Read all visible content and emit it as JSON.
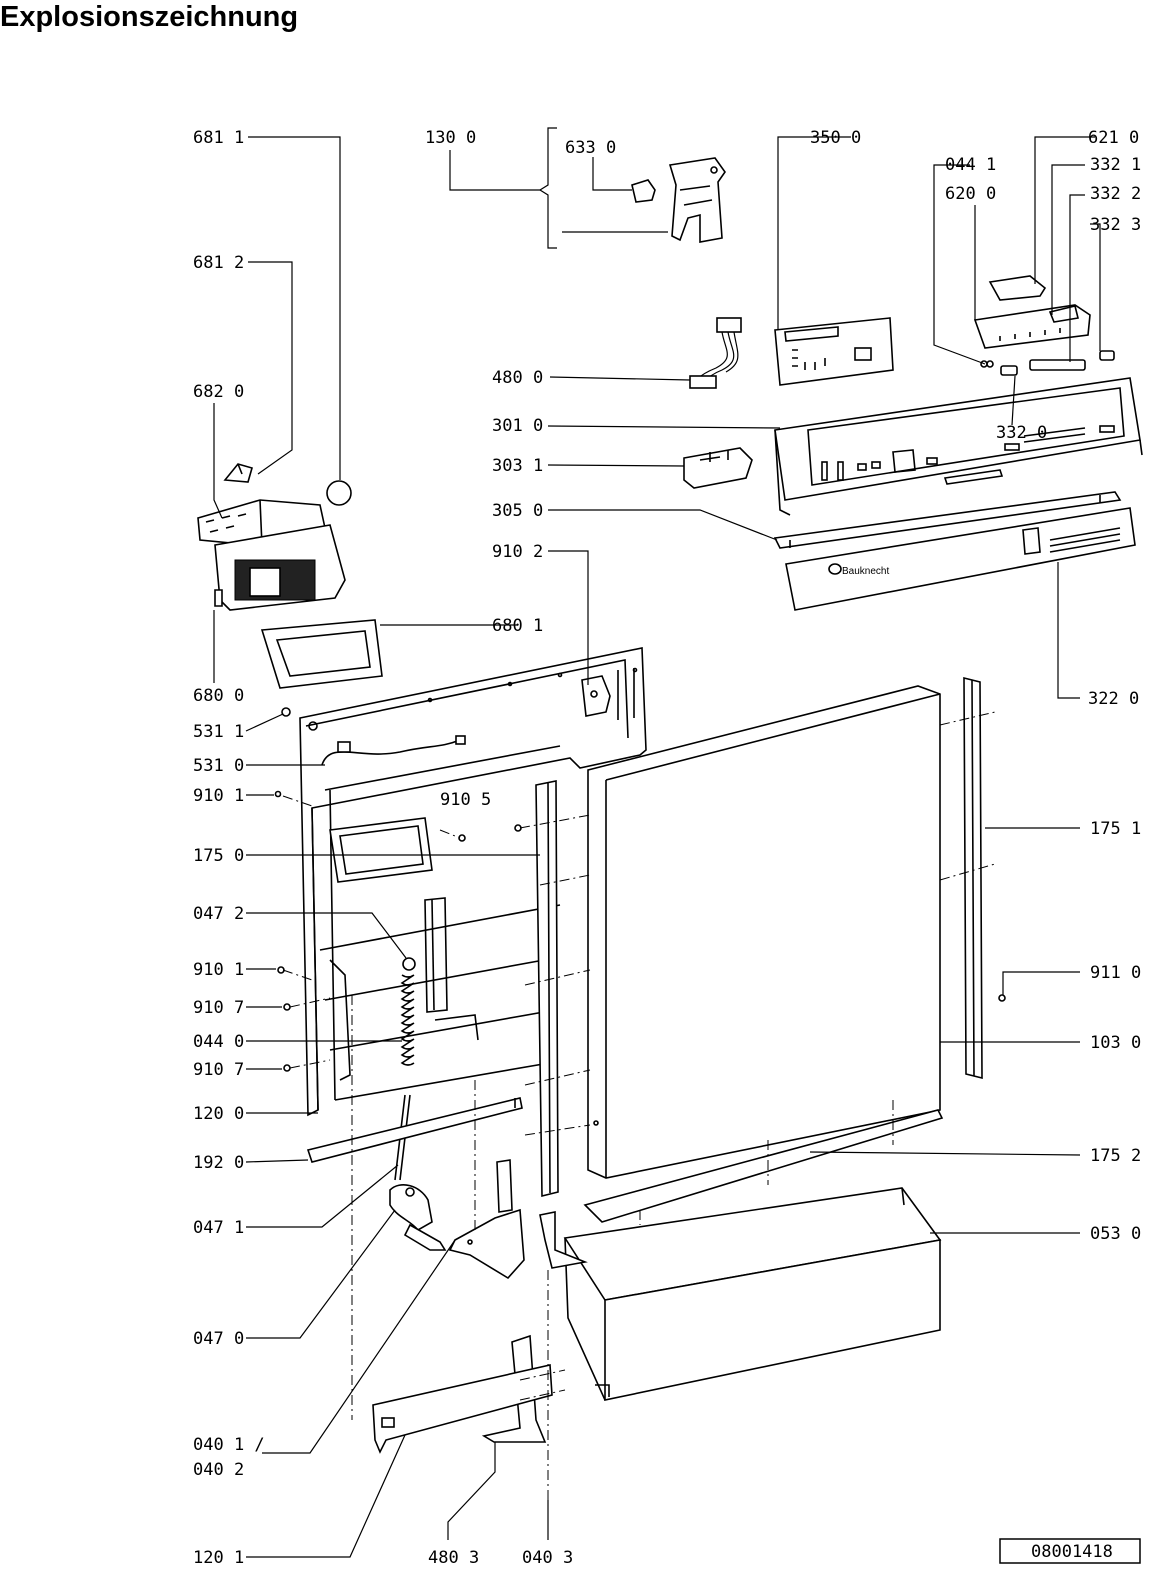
{
  "title": "Explosionszeichnung",
  "drawing_number": "08001418",
  "brand_logo_text": "Bauknecht",
  "colors": {
    "ink": "#000000",
    "paper": "#ffffff"
  },
  "labels": {
    "l6811": "681 1",
    "l1300": "130 0",
    "l6330": "633 0",
    "l3500": "350 0",
    "l6210": "621 0",
    "l0441": "044 1",
    "l3321": "332 1",
    "l6200": "620 0",
    "l3322": "332 2",
    "l3323": "332 3",
    "l6812": "681 2",
    "l6820": "682 0",
    "l4800": "480 0",
    "l3010": "301 0",
    "l3031": "303 1",
    "l3320": "332 0",
    "l3050": "305 0",
    "l9102": "910 2",
    "l6801": "680 1",
    "l6800": "680 0",
    "l5311": "531 1",
    "l3220": "322 0",
    "l5310": "531 0",
    "l9101a": "910 1",
    "l9105": "910 5",
    "l1751": "175 1",
    "l1750": "175 0",
    "l0472": "047 2",
    "l9101b": "910 1",
    "l9110": "911 0",
    "l9107a": "910 7",
    "l0440": "044 0",
    "l1030": "103 0",
    "l9107b": "910 7",
    "l1200": "120 0",
    "l1920": "192 0",
    "l1752": "175 2",
    "l0471": "047 1",
    "l0530": "053 0",
    "l0470": "047 0",
    "l0401": "040 1 /",
    "l0402": "040 2",
    "l1201": "120 1",
    "l4803": "480 3",
    "l0403": "040 3"
  }
}
